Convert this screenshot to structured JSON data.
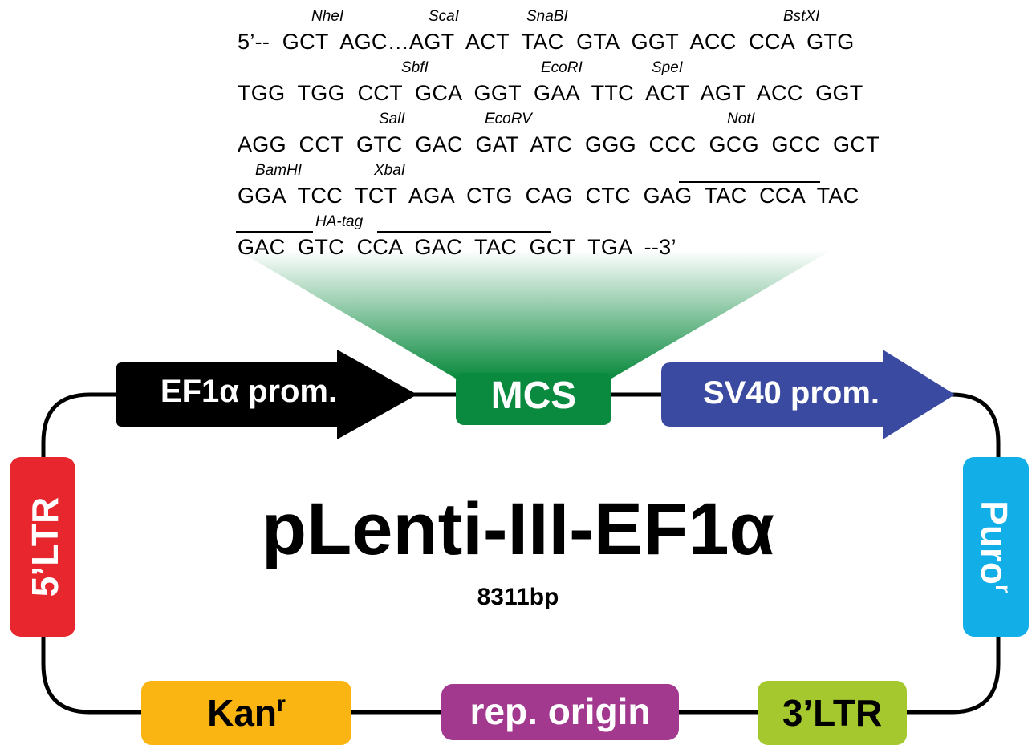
{
  "colors": {
    "mcs": "#0a8a3e",
    "ef1a": "#000000",
    "sv40": "#3a4aa0",
    "ltr5": "#e8262d",
    "puro": "#12aee8",
    "kan": "#fbb512",
    "rep": "#a2398f",
    "ltr3": "#a5c82f"
  },
  "sequence": {
    "lines": [
      "5’--  GCT  AGC…AGT  ACT  TAC  GTA  GGT  ACC  CCA  GTG",
      "TGG  TGG  CCT  GCA  GGT  GAA  TTC  ACT  AGT  ACC  GGT",
      "AGG  CCT  GTC  GAC  GAT  ATC  GGG  CCC  GCG  GCC  GCT",
      "GGA  TCC  TCT  AGA  CTG  CAG  CTC  GAG  TAC  CCA  TAC",
      "GAC  GTC  CCA  GAC  TAC  GCT  TGA  --3’"
    ],
    "sites": {
      "nhei": "NheI",
      "scai": "ScaI",
      "snabi": "SnaBI",
      "bstxi": "BstXI",
      "sbfi": "SbfI",
      "ecori": "EcoRI",
      "spei": "SpeI",
      "sali": "SalI",
      "ecorv": "EcoRV",
      "noti": "NotI",
      "bamhi": "BamHI",
      "xbai": "XbaI"
    },
    "ha_tag_label": "HA-tag"
  },
  "features": {
    "ef1a": "EF1α prom.",
    "mcs": "MCS",
    "sv40": "SV40 prom.",
    "ltr5": "5’LTR",
    "puro": "Puro",
    "puro_sup": "r",
    "kan": "Kan",
    "kan_sup": "r",
    "rep": "rep. origin",
    "ltr3": "3’LTR"
  },
  "plasmid": {
    "name": "pLenti-III-EF1α",
    "size": "8311bp"
  }
}
